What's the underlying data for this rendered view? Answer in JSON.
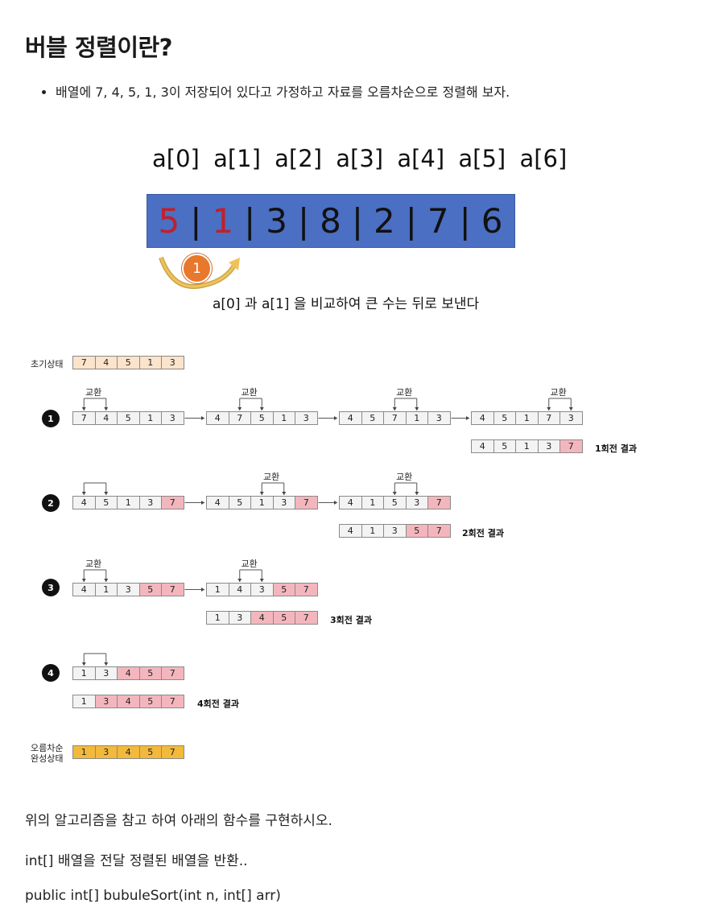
{
  "heading": "버블 정렬이란?",
  "bullet": "배열에 7, 4, 5, 1, 3이 저장되어 있다고 가정하고 자료를 오름차순으로 정렬해 보자.",
  "diagram1": {
    "indices": [
      "a[0]",
      "a[1]",
      "a[2]",
      "a[3]",
      "a[4]",
      "a[5]",
      "a[6]"
    ],
    "values": [
      "5",
      "1",
      "3",
      "8",
      "2",
      "7",
      "6"
    ],
    "step_number": "1",
    "caption": "a[0] 과 a[1] 을 비교하여 큰 수는 뒤로 보낸다"
  },
  "diagram2": {
    "initial_label": "초기상태",
    "initial": [
      "7",
      "4",
      "5",
      "1",
      "3"
    ],
    "swap_label": "교환",
    "round1": {
      "num": "1",
      "steps": [
        [
          "7",
          "4",
          "5",
          "1",
          "3"
        ],
        [
          "4",
          "7",
          "5",
          "1",
          "3"
        ],
        [
          "4",
          "5",
          "7",
          "1",
          "3"
        ],
        [
          "4",
          "5",
          "1",
          "7",
          "3"
        ]
      ],
      "result": [
        "4",
        "5",
        "1",
        "3",
        "7"
      ],
      "result_label": "1회전 결과"
    },
    "round2": {
      "num": "2",
      "steps": [
        [
          "4",
          "5",
          "1",
          "3",
          "7"
        ],
        [
          "4",
          "5",
          "1",
          "3",
          "7"
        ],
        [
          "4",
          "1",
          "5",
          "3",
          "7"
        ]
      ],
      "result": [
        "4",
        "1",
        "3",
        "5",
        "7"
      ],
      "result_label": "2회전 결과"
    },
    "round3": {
      "num": "3",
      "steps": [
        [
          "4",
          "1",
          "3",
          "5",
          "7"
        ],
        [
          "1",
          "4",
          "3",
          "5",
          "7"
        ]
      ],
      "result": [
        "1",
        "3",
        "4",
        "5",
        "7"
      ],
      "result_label": "3회전 결과"
    },
    "round4": {
      "num": "4",
      "steps": [
        [
          "1",
          "3",
          "4",
          "5",
          "7"
        ]
      ],
      "result": [
        "1",
        "3",
        "4",
        "5",
        "7"
      ],
      "result_label": "4회전 결과"
    },
    "final_label_line1": "오름차순",
    "final_label_line2": "완성상태",
    "final": [
      "1",
      "3",
      "4",
      "5",
      "7"
    ]
  },
  "paragraphs": [
    "위의 알고리즘을 참고 하여 아래의 함수를 구현하시오.",
    "int[] 배열을 전달 정렬된 배열을 반환..",
    "public int[] bubuleSort(int n, int[] arr)"
  ],
  "colors": {
    "array_bg": "#4a6fc3",
    "highlight_text": "#c0202a",
    "step_circle": "#e8782b",
    "initial_cell": "#fbe3cc",
    "sorted_cell": "#f4b6bd",
    "final_cell": "#f2b93b"
  }
}
